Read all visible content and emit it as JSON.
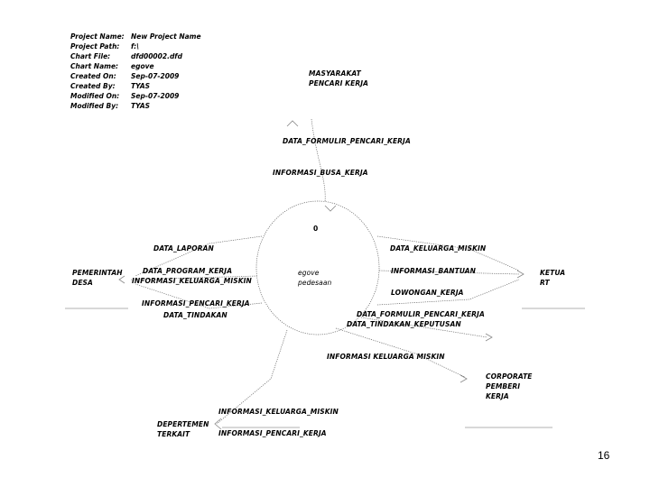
{
  "meta": {
    "rows": [
      {
        "label": "Project Name:",
        "value": "New Project Name"
      },
      {
        "label": "Project Path:",
        "value": "f:\\"
      },
      {
        "label": "Chart File:",
        "value": "dfd00002.dfd"
      },
      {
        "label": "Chart Name:",
        "value": "egove"
      },
      {
        "label": "Created On:",
        "value": "Sep-07-2009"
      },
      {
        "label": "Created By:",
        "value": "TYAS"
      },
      {
        "label": "Modified On:",
        "value": "Sep-07-2009"
      },
      {
        "label": "Modified By:",
        "value": "TYAS"
      }
    ]
  },
  "entities": {
    "masyarakat": "MASYARAKAT PENCARI KERJA",
    "pemerintah": "PEMERINTAH DESA",
    "ketua_rt": "KETUA RT",
    "corporate": "CORPORATE PEMBERI KERJA",
    "departemen": "DEPERTEMEN TERKAIT"
  },
  "process": {
    "number": "0",
    "name": "egove pedesaan"
  },
  "flows": {
    "data_formulir_pencari_kerja": "DATA_FORMULIR_PENCARI_KERJA",
    "informasi_bursa_kerja": "INFORMASI_BUSA_KERJA",
    "data_laporan": "DATA_LAPORAN",
    "data_program_kerja": "DATA_PROGRAM_KERJA",
    "informasi_keluarga_miskin_left": "INFORMASI_KELUARGA_MISKIN",
    "informasi_pencari_kerja_left": "INFORMASI_PENCARI_KERJA",
    "data_tindakan": "DATA_TINDAKAN",
    "data_keluarga_miskin": "DATA_KELUARGA_MISKIN",
    "informasi_bantuan": "INFORMASI_BANTUAN",
    "lowongan_kerja": "LOWONGAN_KERJA",
    "data_formulir_pencari_kerja_right": "DATA_FORMULIR_PENCARI_KERJA",
    "data_tindakan_keputusan": "DATA_TINDAKAN_KEPUTUSAN",
    "informasi_keluarga_miskin_bottom": "INFORMASI KELUARGA MISKIN",
    "informasi_keluarga_miskin_dept": "INFORMASI_KELUARGA_MISKIN",
    "informasi_pencari_kerja_dept": "INFORMASI_PENCARI_KERJA"
  },
  "page_number": "16"
}
